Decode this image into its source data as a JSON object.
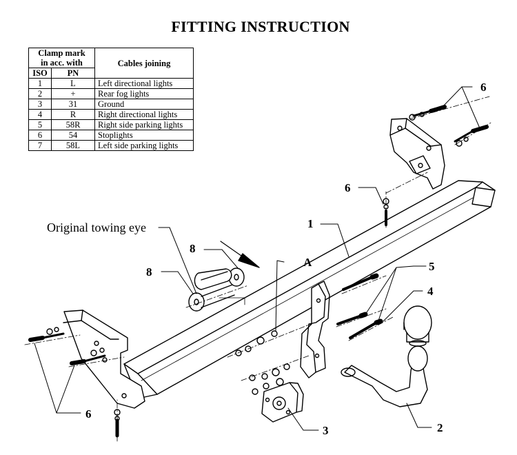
{
  "title": "FITTING INSTRUCTION",
  "table": {
    "header_group": "Clamp mark in acc. with",
    "header_group_line1": "Clamp mark",
    "header_group_line2": "in acc. with",
    "header_cables": "Cables joining",
    "col_iso": "ISO",
    "col_pn": "PN",
    "rows": [
      {
        "iso": "1",
        "pn": "L",
        "cable": "Left directional lights"
      },
      {
        "iso": "2",
        "pn": "+",
        "cable": "Rear fog lights"
      },
      {
        "iso": "3",
        "pn": "31",
        "cable": "Ground"
      },
      {
        "iso": "4",
        "pn": "R",
        "cable": "Right directional lights"
      },
      {
        "iso": "5",
        "pn": "58R",
        "cable": "Right side parking lights"
      },
      {
        "iso": "6",
        "pn": "54",
        "cable": "Stoplights"
      },
      {
        "iso": "7",
        "pn": "58L",
        "cable": "Left side parking lights"
      }
    ]
  },
  "callouts": {
    "original_towing_eye": "Original towing eye",
    "label_a": "A",
    "part_1": "1",
    "part_2": "2",
    "part_3": "3",
    "part_4": "4",
    "part_5": "5",
    "part_6": "6",
    "part_8": "8"
  }
}
